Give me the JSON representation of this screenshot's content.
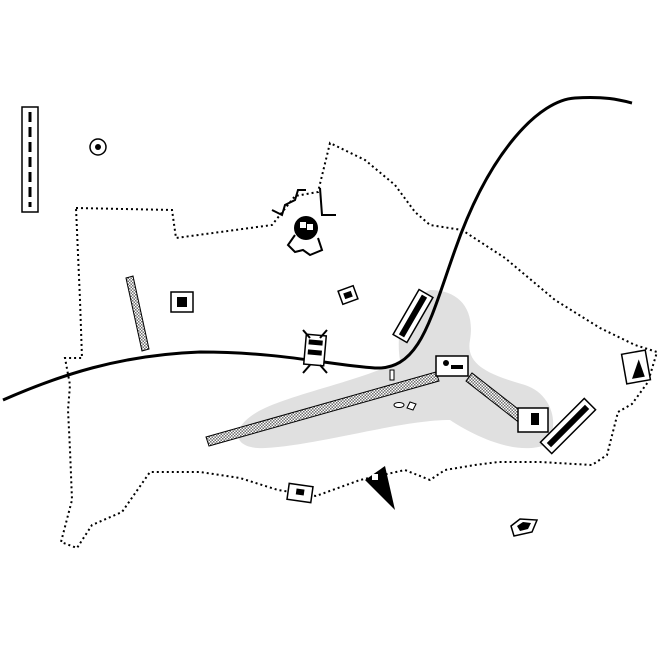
{
  "colors": {
    "background": "#ffffff",
    "ink": "#000000",
    "shaded_zone": "#e0e0e0",
    "hatch": "#6e6e6e"
  },
  "map": {
    "legend": [],
    "labels": [],
    "features": [
      "main-road-line",
      "site-boundary-dotted",
      "shaded-zone",
      "airstrip-runway",
      "crosshatched-strips",
      "buildings",
      "landmark-circle-icon",
      "triangle-landmark"
    ]
  }
}
